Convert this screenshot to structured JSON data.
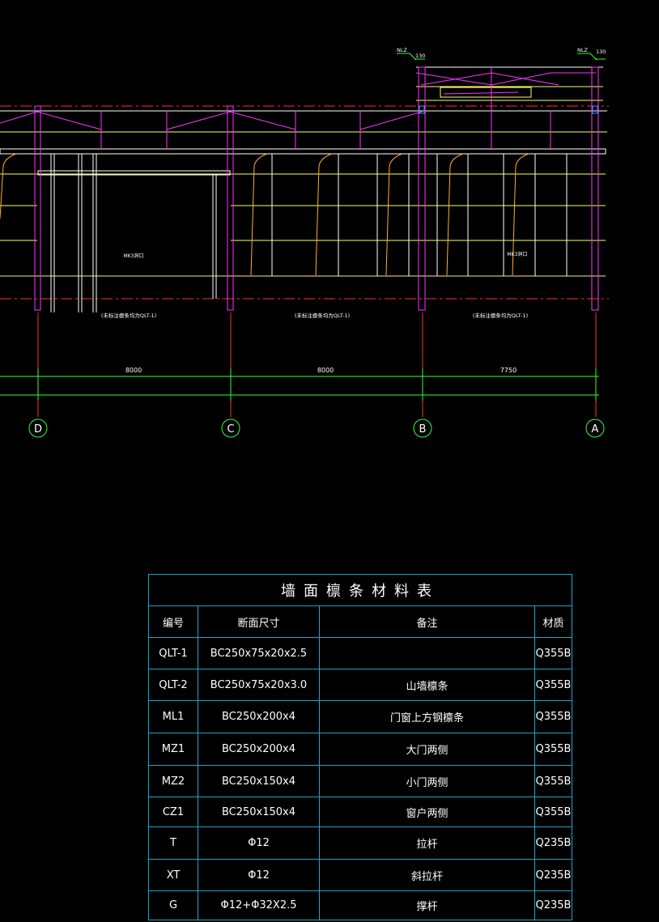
{
  "drawing": {
    "dimensions": [
      "8000",
      "8000",
      "7750"
    ],
    "axes": [
      "D",
      "C",
      "B",
      "A"
    ],
    "opening_labels": [
      "MK3洞口",
      "MK3洞口"
    ],
    "purlin_notes": [
      "(未标注檩条均为QLT-1)",
      "(未标注檩条均为QLT-1)",
      "(未标注檩条均为QLT-1)"
    ],
    "section_markers": [
      {
        "name": "NLZ",
        "dim": "130"
      },
      {
        "name": "NLZ",
        "dim": "130"
      }
    ]
  },
  "table": {
    "title": "墙面檩条材料表",
    "headers": [
      "编号",
      "断面尺寸",
      "备注",
      "材质"
    ],
    "rows": [
      [
        "QLT-1",
        "BC250x75x20x2.5",
        "",
        "Q355B"
      ],
      [
        "QLT-2",
        "BC250x75x20x3.0",
        "山墙檩条",
        "Q355B"
      ],
      [
        "ML1",
        "BC250x200x4",
        "门窗上方钢檩条",
        "Q355B"
      ],
      [
        "MZ1",
        "BC250x200x4",
        "大门两侧",
        "Q355B"
      ],
      [
        "MZ2",
        "BC250x150x4",
        "小门两侧",
        "Q355B"
      ],
      [
        "CZ1",
        "BC250x150x4",
        "窗户两侧",
        "Q355B"
      ],
      [
        "T",
        "Φ12",
        "拉杆",
        "Q235B"
      ],
      [
        "XT",
        "Φ12",
        "斜拉杆",
        "Q235B"
      ],
      [
        "G",
        "Φ12+Φ32X2.5",
        "撑杆",
        "Q235B"
      ]
    ]
  }
}
